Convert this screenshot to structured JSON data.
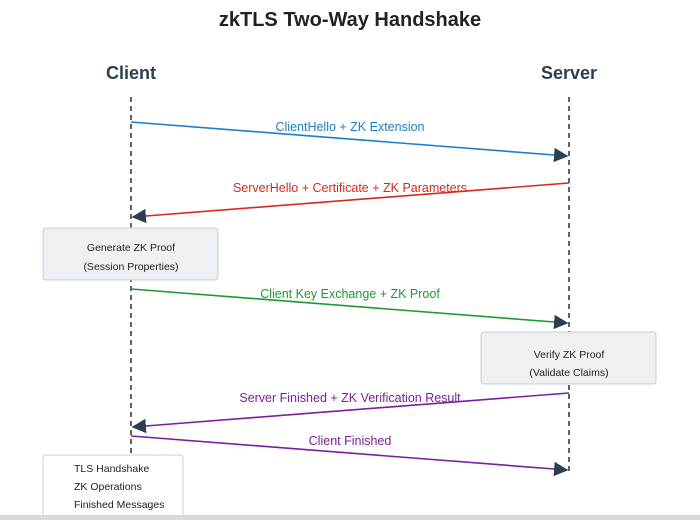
{
  "diagram": {
    "title": "zkTLS Two-Way Handshake",
    "participants": {
      "client": "Client",
      "server": "Server"
    },
    "messages": [
      {
        "label": "ClientHello + ZK Extension",
        "from": "Client",
        "to": "Server",
        "color": "#1f7fc4"
      },
      {
        "label": "ServerHello + Certificate + ZK Parameters",
        "from": "Server",
        "to": "Client",
        "color": "#d42a1e"
      },
      {
        "label": "Client Key Exchange + ZK Proof",
        "from": "Client",
        "to": "Server",
        "color": "#1e9a2e"
      },
      {
        "label": "Server Finished + ZK Verification Result",
        "from": "Server",
        "to": "Client",
        "color": "#7d1f9a"
      },
      {
        "label": "Client Finished",
        "from": "Client",
        "to": "Server",
        "color": "#7d1f9a"
      }
    ],
    "process_boxes": {
      "client_proof": {
        "line1": "Generate ZK Proof",
        "line2": "(Session Properties)"
      },
      "server_verify": {
        "line1": "Verify ZK Proof",
        "line2": "(Validate Claims)"
      }
    },
    "legend": {
      "items": [
        "TLS Handshake",
        "ZK Operations",
        "Finished Messages"
      ]
    },
    "colors": {
      "lifeline": "#2c3e50",
      "box_fill": "#eef1f3",
      "box_stroke": "#c8ccd0",
      "text": "#222222"
    }
  }
}
